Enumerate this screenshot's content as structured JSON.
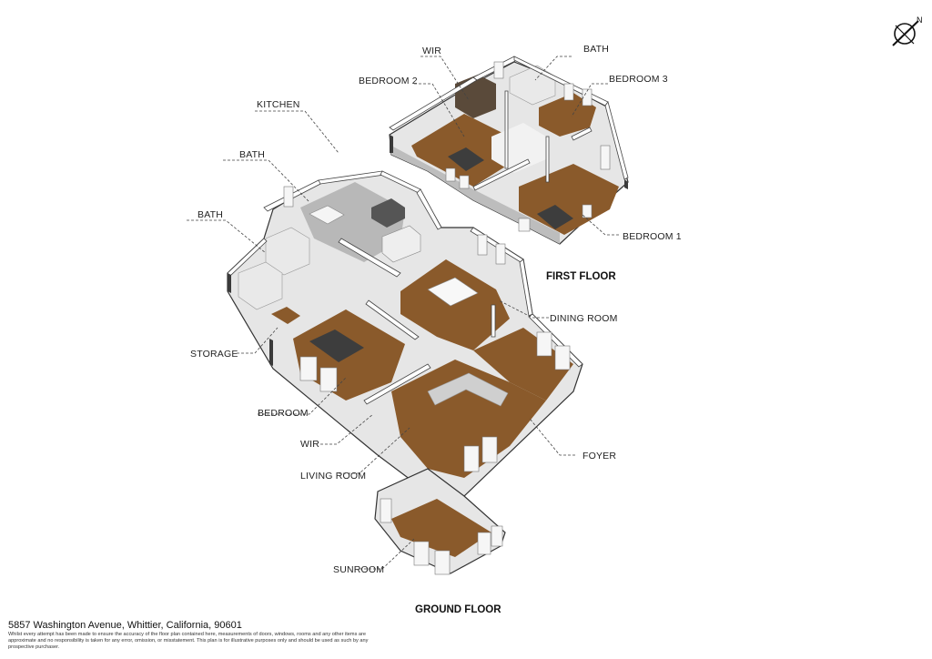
{
  "floors": {
    "first": "FIRST FLOOR",
    "ground": "GROUND FLOOR"
  },
  "rooms": {
    "wir_first": "WIR",
    "bath_first": "BATH",
    "bedroom2": "BEDROOM 2",
    "bedroom3": "BEDROOM 3",
    "bedroom1": "BEDROOM 1",
    "kitchen": "KITCHEN",
    "bath_ground_1": "BATH",
    "bath_ground_2": "BATH",
    "dining_room": "DINING ROOM",
    "storage": "STORAGE",
    "bedroom": "BEDROOM",
    "wir_ground": "WIR",
    "living_room": "LIVING ROOM",
    "foyer": "FOYER",
    "sunroom": "SUNROOM"
  },
  "compass": {
    "north": "N"
  },
  "footer": {
    "address": "5857 Washington Avenue, Whittier, California, 90601",
    "disclaimer": "Whilst every attempt has been made to ensure the accuracy of the floor plan contained here, measurements of doors, windows, rooms and any other items are approximate and no responsibility is taken for any error, omission, or misstatement. This plan is for illustrative purposes only and should be used as such by any prospective purchaser."
  },
  "colors": {
    "floor_wood": "#8a5a2b",
    "wall_top": "#ffffff",
    "wall_side": "#d9d9d9",
    "wall_dark": "#3a3a3a",
    "tile": "#b8b8b8"
  }
}
